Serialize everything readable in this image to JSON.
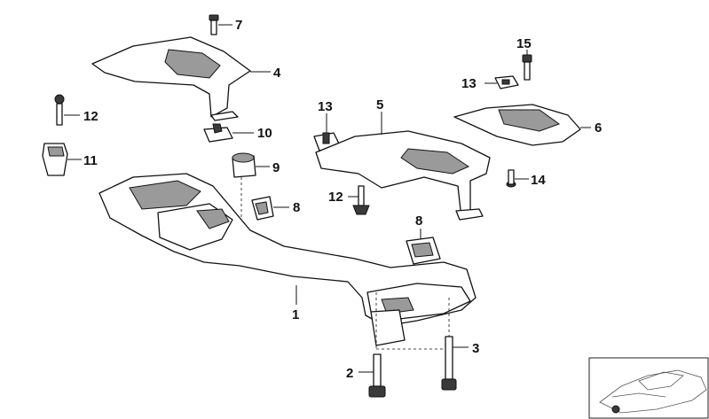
{
  "diagram": {
    "callouts": [
      {
        "id": "c7",
        "label": "7"
      },
      {
        "id": "c4",
        "label": "4"
      },
      {
        "id": "c15",
        "label": "15"
      },
      {
        "id": "c13a",
        "label": "13"
      },
      {
        "id": "c12a",
        "label": "12"
      },
      {
        "id": "c13b",
        "label": "13"
      },
      {
        "id": "c5",
        "label": "5"
      },
      {
        "id": "c6",
        "label": "6"
      },
      {
        "id": "c10",
        "label": "10"
      },
      {
        "id": "c11",
        "label": "11"
      },
      {
        "id": "c9",
        "label": "9"
      },
      {
        "id": "c14",
        "label": "14"
      },
      {
        "id": "c12b",
        "label": "12"
      },
      {
        "id": "c8a",
        "label": "8"
      },
      {
        "id": "c8b",
        "label": "8"
      },
      {
        "id": "c1",
        "label": "1"
      },
      {
        "id": "c3",
        "label": "3"
      },
      {
        "id": "c2",
        "label": "2"
      }
    ],
    "colors": {
      "line": "#111111",
      "shade": "#9a9a9a",
      "background": "#ffffff"
    }
  }
}
